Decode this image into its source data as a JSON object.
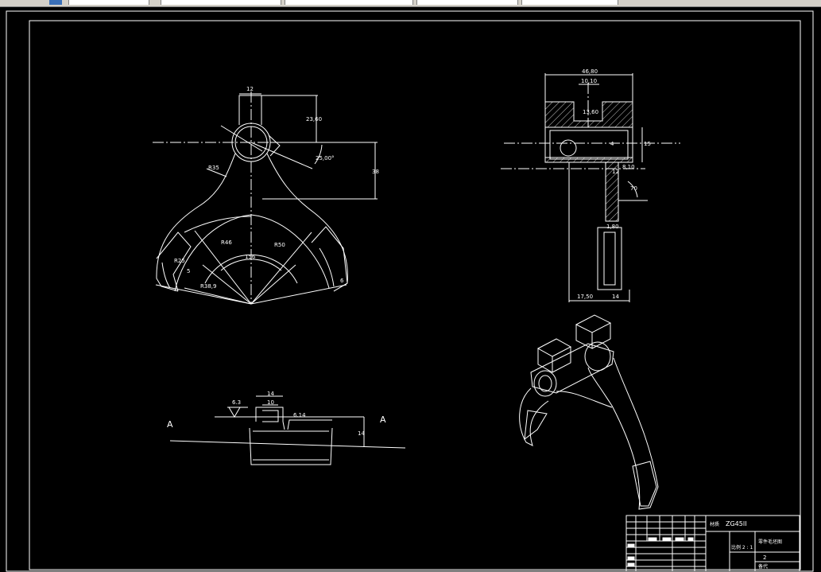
{
  "colors": {
    "background": "#000000",
    "line": "#ffffff",
    "toolbar": "#d4d0c8"
  },
  "top_view": {
    "dims": {
      "width_12": "12",
      "height_23_60": "23,60",
      "angle_25": "25,00°",
      "height_38": "38",
      "radius_35": "R35",
      "radius_46": "R46",
      "radius_50": "R50",
      "angle_156": "156",
      "radius_25": "R25",
      "dim_5": "5",
      "radius_38_9": "R38,9",
      "dim_6": "6"
    }
  },
  "side_view": {
    "dims": {
      "width_46_80": "46,80",
      "slot_10_10": "10,10",
      "depth_13_60": "13,60",
      "hole_4": "4",
      "height_15": "15",
      "dim_12": "12",
      "dim_8_10": "8,10",
      "angle_70": "70",
      "thk_1_80": "1,80",
      "base_17_50": "17,50",
      "base_14": "14"
    }
  },
  "section_view": {
    "label_left": "A",
    "label_right": "A",
    "dims": {
      "roughness_6_3": "6.3",
      "width_14": "14",
      "width_10": "10",
      "depth_6_14": "6.14",
      "height_14": "14"
    }
  },
  "title_block": {
    "material_label": "材质",
    "material_value": "ZG45II",
    "drawing_title": "零件毛坯图",
    "scale": "比例 2 : 1",
    "sheet_number": "2",
    "note": "备代"
  }
}
